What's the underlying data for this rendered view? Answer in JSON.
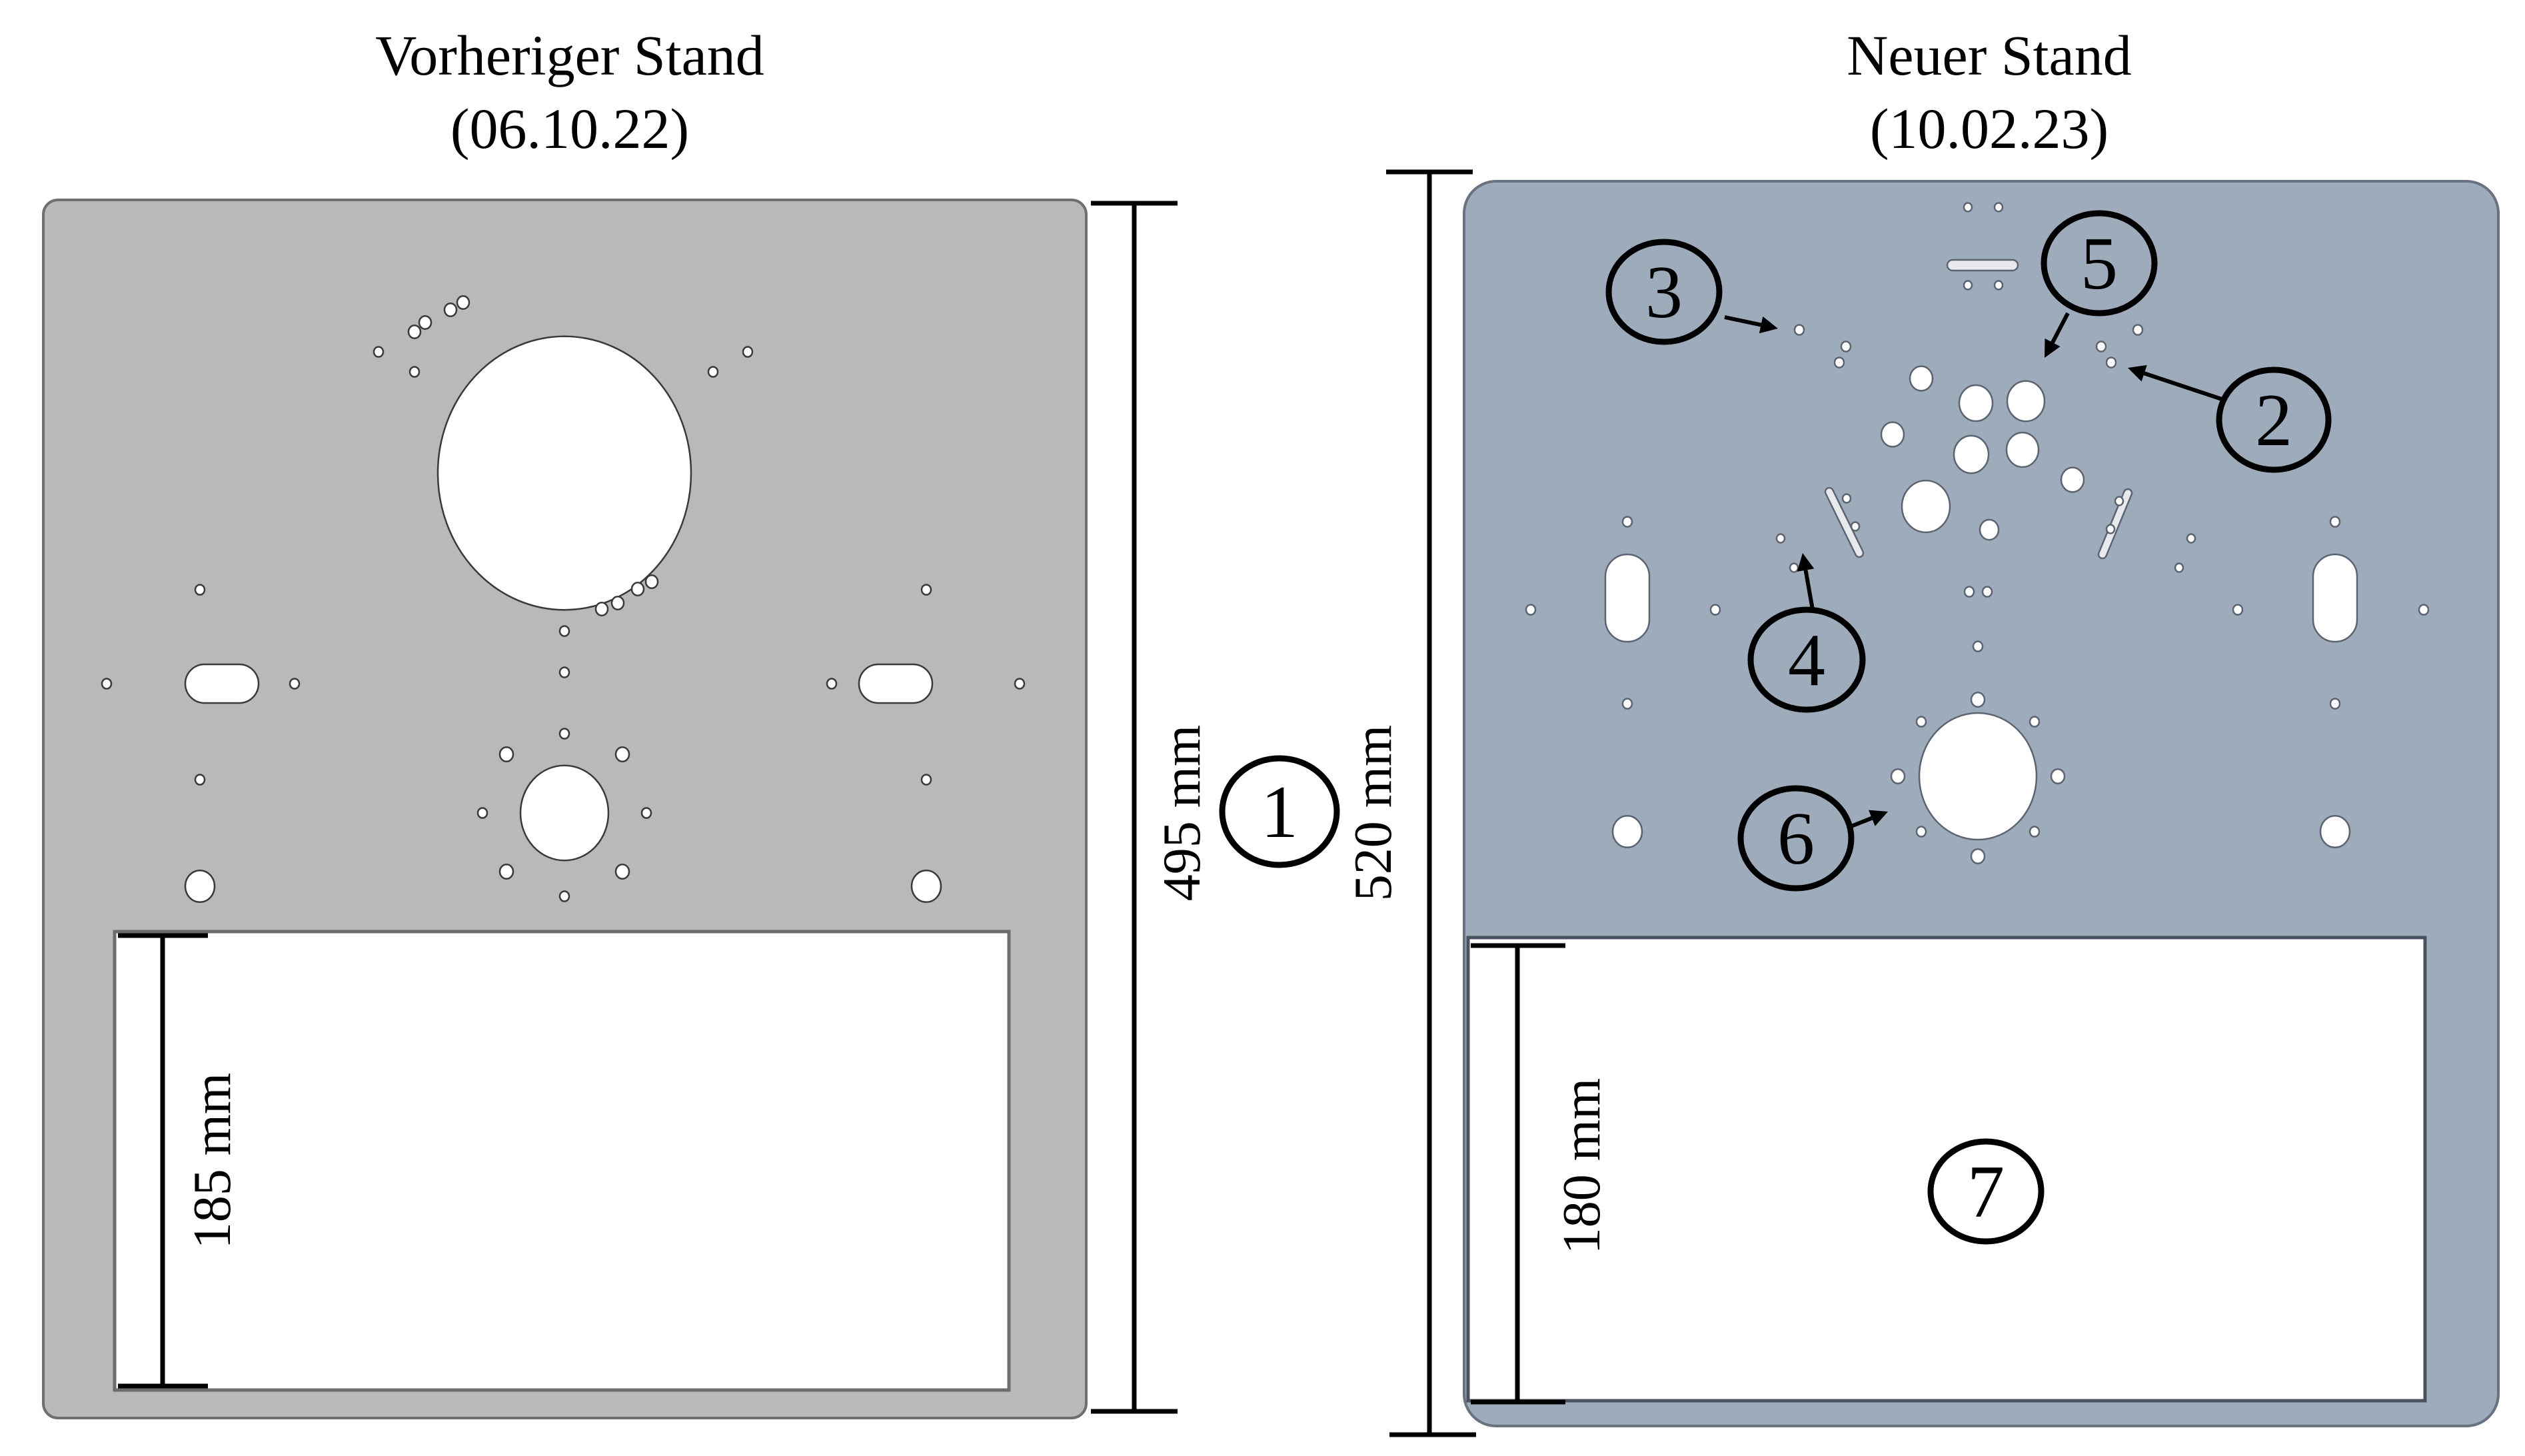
{
  "figure": {
    "left_panel": {
      "title_line1": "Vorheriger Stand",
      "title_line2": "(06.10.22)",
      "plate_color": "#bab9b8",
      "height_dimension": "495 mm",
      "window_dimension": "185 mm"
    },
    "right_panel": {
      "title_line1": "Neuer Stand",
      "title_line2": "(10.02.23)",
      "plate_color": "#9eabbb",
      "height_dimension": "520 mm",
      "window_dimension": "180 mm"
    },
    "callouts": [
      {
        "id": "1",
        "label": "1",
        "target": "overall plate height"
      },
      {
        "id": "2",
        "label": "2",
        "target": "small hole pair, upper right"
      },
      {
        "id": "3",
        "label": "3",
        "target": "small holes, upper left"
      },
      {
        "id": "4",
        "label": "4",
        "target": "angled slot, left"
      },
      {
        "id": "5",
        "label": "5",
        "target": "cluster of round holes"
      },
      {
        "id": "6",
        "label": "6",
        "target": "central hole with bolt circle"
      },
      {
        "id": "7",
        "label": "7",
        "target": "lower window cutout"
      }
    ]
  }
}
